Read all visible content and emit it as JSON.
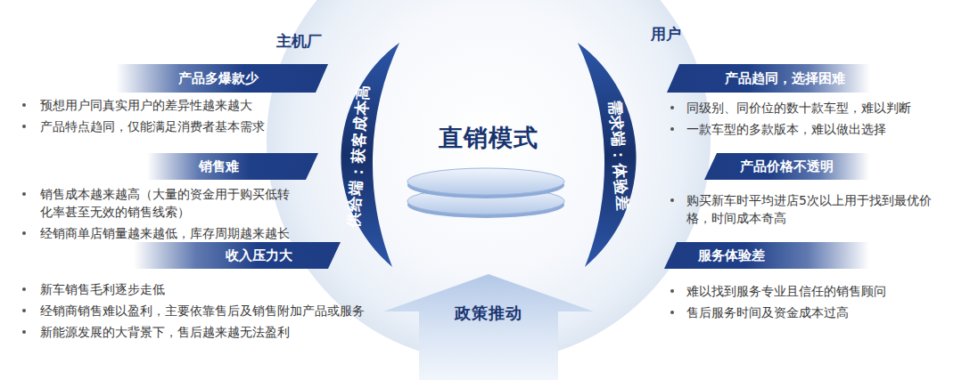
{
  "diagram": {
    "nodes": [
      {
        "text": [
          "产品多爆款少",
          "预想用户同真实用户的差异性越来越大",
          "产品特点趋同，仅能满足消费者基本需求"
        ]
      },
      {
        "text": [
          "销售难",
          "销售成本越来越高（大量的资金用于购买低转化率甚至无效的销售线索）",
          "经销商单店销量越来越低，库存周期越来越长"
        ]
      },
      {
        "text": [
          "收入压力大",
          "新车销售毛利逐步走低",
          "经销商销售难以盈利，主要依靠售后及销售附加产品或服务",
          "新能源发展的大背景下，售后越来越无法盈利"
        ]
      },
      {
        "text": [
          "供给端：获客成本高"
        ]
      },
      {
        "text": [
          "直销模式"
        ]
      },
      {
        "text": [
          "政策推动"
        ]
      },
      {
        "text": [
          "需求端：体验差"
        ]
      },
      {
        "text": [
          "产品趋同，选择困难",
          "同级别、同价位的数十款车型，难以判断",
          "一款车型的多款版本，难以做出选择"
        ]
      },
      {
        "text": [
          "产品价格不透明",
          "购买新车时平均进店5次以上用于找到最优价格，时间成本奇高"
        ]
      },
      {
        "text": [
          "服务体验差",
          "难以找到服务专业且信任的销售顾问",
          "售后服务时间及资金成本过高"
        ]
      }
    ],
    "labels": [
      "主机厂",
      "用户"
    ]
  }
}
